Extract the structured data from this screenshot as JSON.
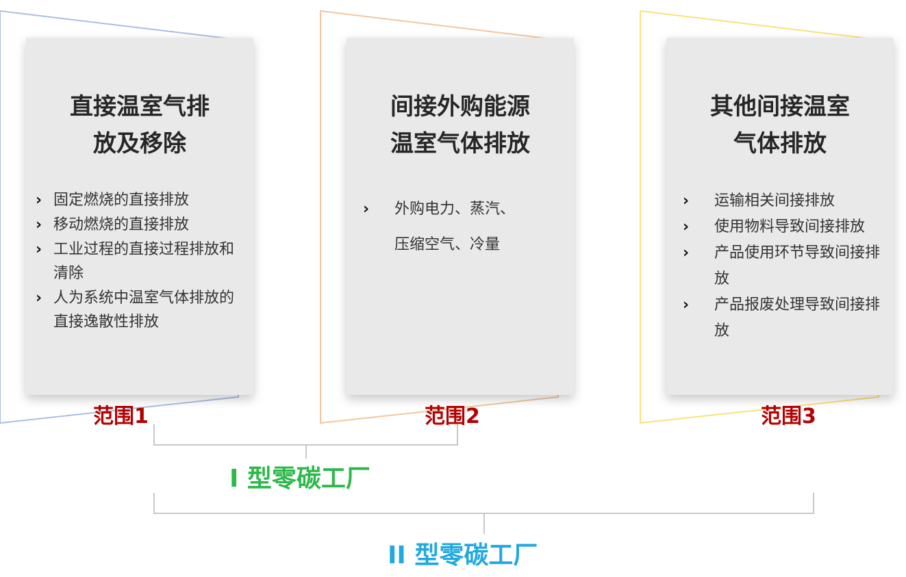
{
  "scopes": [
    {
      "title": "直接温室气排\n放及移除",
      "label": "范围1",
      "frame_color": "#a9bfe0",
      "items": [
        "固定燃烧的直接排放",
        "移动燃烧的直接排放",
        "工业过程的直接过程排放和清除",
        "人为系统中温室气体排放的直接逸散性排放"
      ]
    },
    {
      "title": "间接外购能源\n温室气体排放",
      "label": "范围2",
      "frame_color": "#f2c69c",
      "items": [
        "外购电力、蒸汽、压缩空气、冷量"
      ]
    },
    {
      "title": "其他间接温室\n气体排放",
      "label": "范围3",
      "frame_color": "#f7e27a",
      "items": [
        "运输相关间接排放",
        "使用物料导致间接排放",
        "产品使用环节导致间接排放",
        "产品报废处理导致间接排放"
      ]
    }
  ],
  "factories": {
    "type1": {
      "label": "I 型零碳工厂",
      "color": "#2db84a"
    },
    "type2": {
      "label": "II 型零碳工厂",
      "color": "#21a8e0"
    }
  },
  "chevron": "›",
  "connector_color": "#c8c8c8",
  "label_color": "#b40000"
}
